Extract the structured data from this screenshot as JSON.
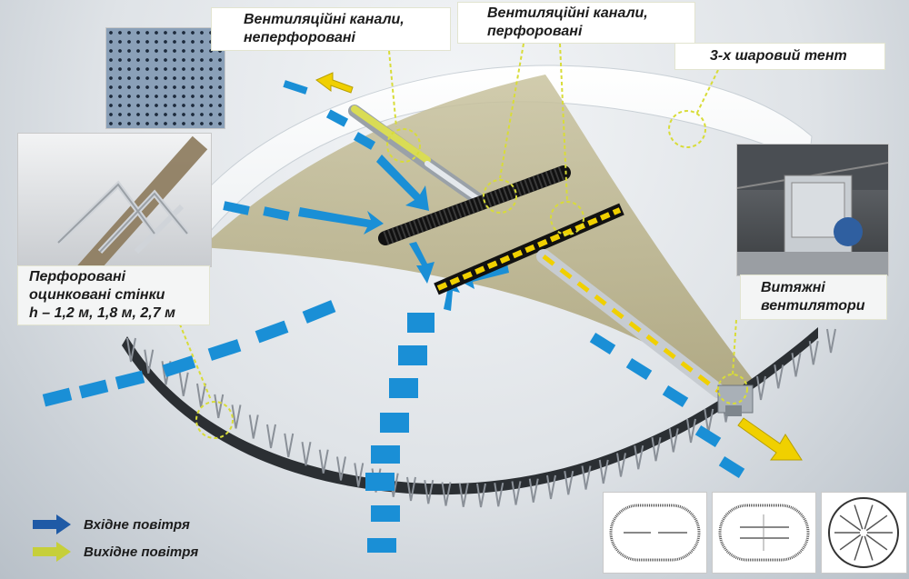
{
  "callouts": {
    "vent_nonperforated": [
      "Вентиляційні канали,",
      "неперфоровані"
    ],
    "vent_perforated": [
      "Вентиляційні канали,",
      "перфоровані"
    ],
    "tent": "3-х шаровий тент",
    "walls": [
      "Перфоровані",
      "оцинковані стінки",
      "h – 1,2 м, 1,8 м, 2,7 м"
    ],
    "fans": [
      "Витяжні",
      "вентилятори"
    ]
  },
  "legend": [
    {
      "label": "Вхідне повітря",
      "color": "#1f5aa6"
    },
    {
      "label": "Вихідне повітря",
      "color": "#c6cf3a"
    }
  ],
  "colors": {
    "inlet_air": "#1a8fd6",
    "outlet_air": "#f0d000",
    "grain": "#bcb48a",
    "callout_marker": "#d8dc38"
  },
  "plan_views": [
    "oval-duct-plan",
    "oval-two-ducts-plan",
    "round-radial-ducts-plan"
  ]
}
